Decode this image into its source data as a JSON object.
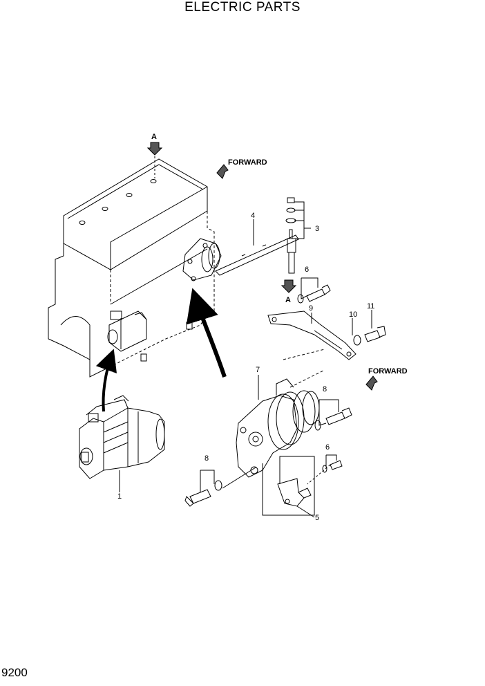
{
  "page": {
    "title": "ELECTRIC PARTS",
    "code": "9200"
  },
  "view_markers": {
    "a_top": "A",
    "a_bottom": "A"
  },
  "directions": {
    "forward_top": "FORWARD",
    "forward_right": "FORWARD"
  },
  "callouts": {
    "c1": "1",
    "c3": "3",
    "c4": "4",
    "c5": "5",
    "c6_top": "6",
    "c6_bottom": "6",
    "c7": "7",
    "c8_right": "8",
    "c8_left": "8",
    "c9": "9",
    "c10": "10",
    "c11": "11"
  },
  "colors": {
    "ink": "#000000",
    "paper": "#ffffff"
  }
}
